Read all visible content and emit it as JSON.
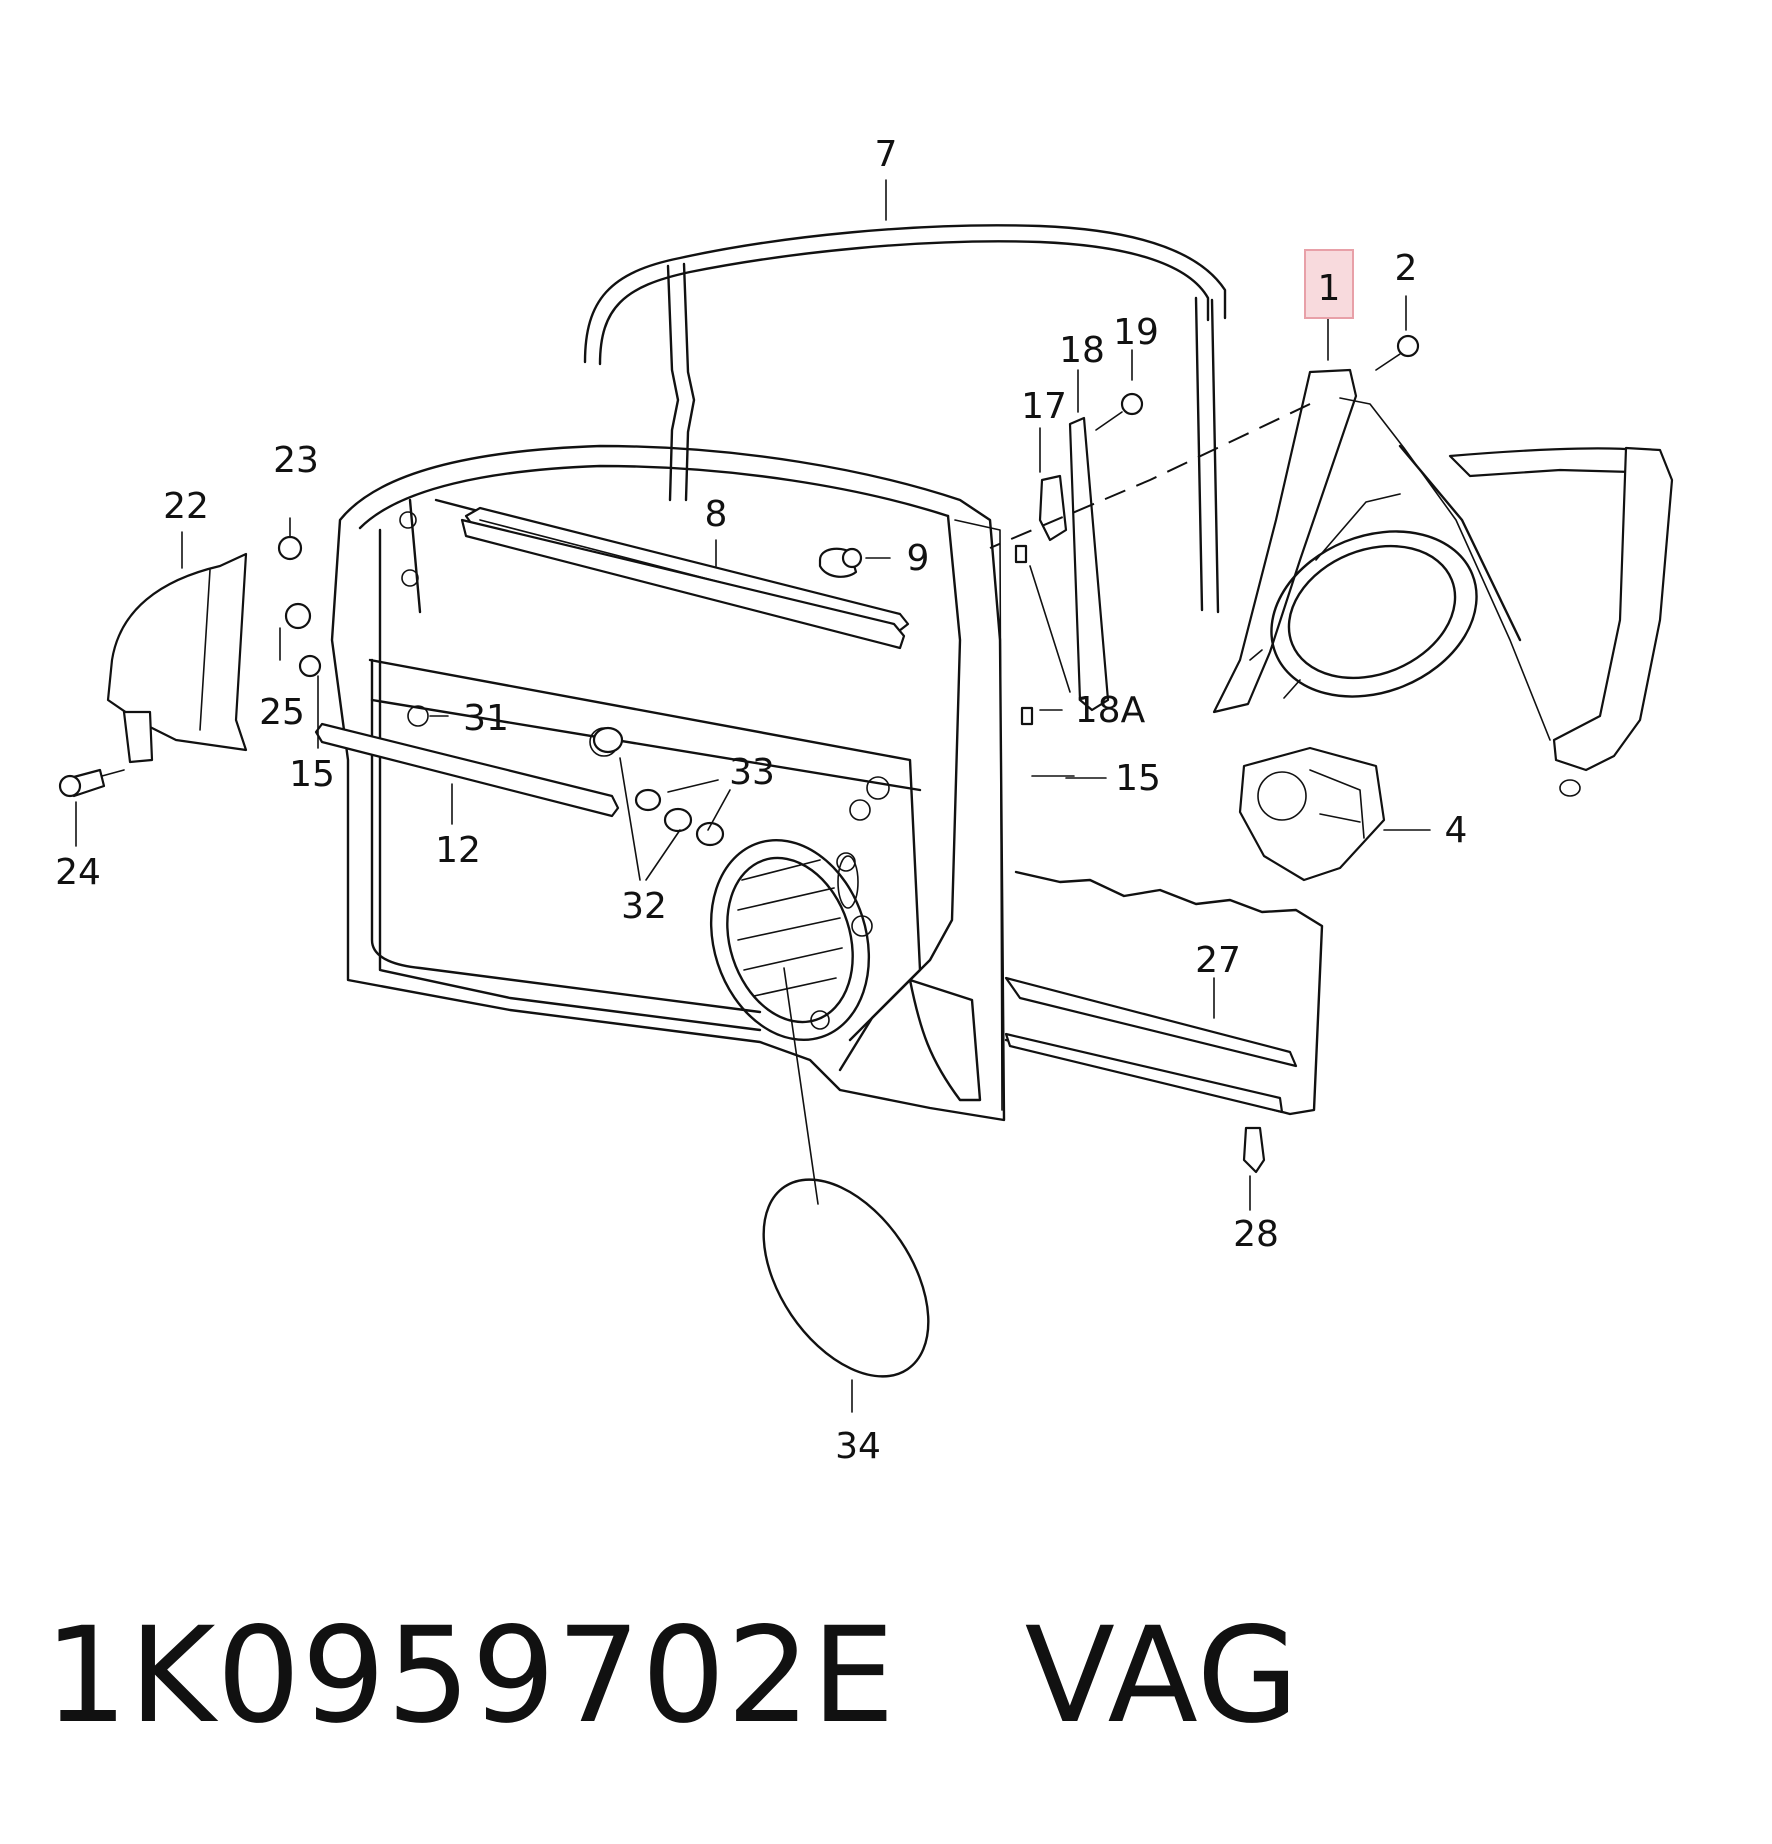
{
  "callouts": [
    "1",
    "2",
    "4",
    "7",
    "8",
    "9",
    "12",
    "15",
    "15",
    "17",
    "18",
    "18A",
    "19",
    "22",
    "23",
    "24",
    "25",
    "27",
    "28",
    "31",
    "32",
    "33",
    "34"
  ],
  "highlighted_callout": "1",
  "highlight_color": "#e8a0a8",
  "caption": {
    "part_number": "1K0959702E",
    "brand": "VAG"
  }
}
